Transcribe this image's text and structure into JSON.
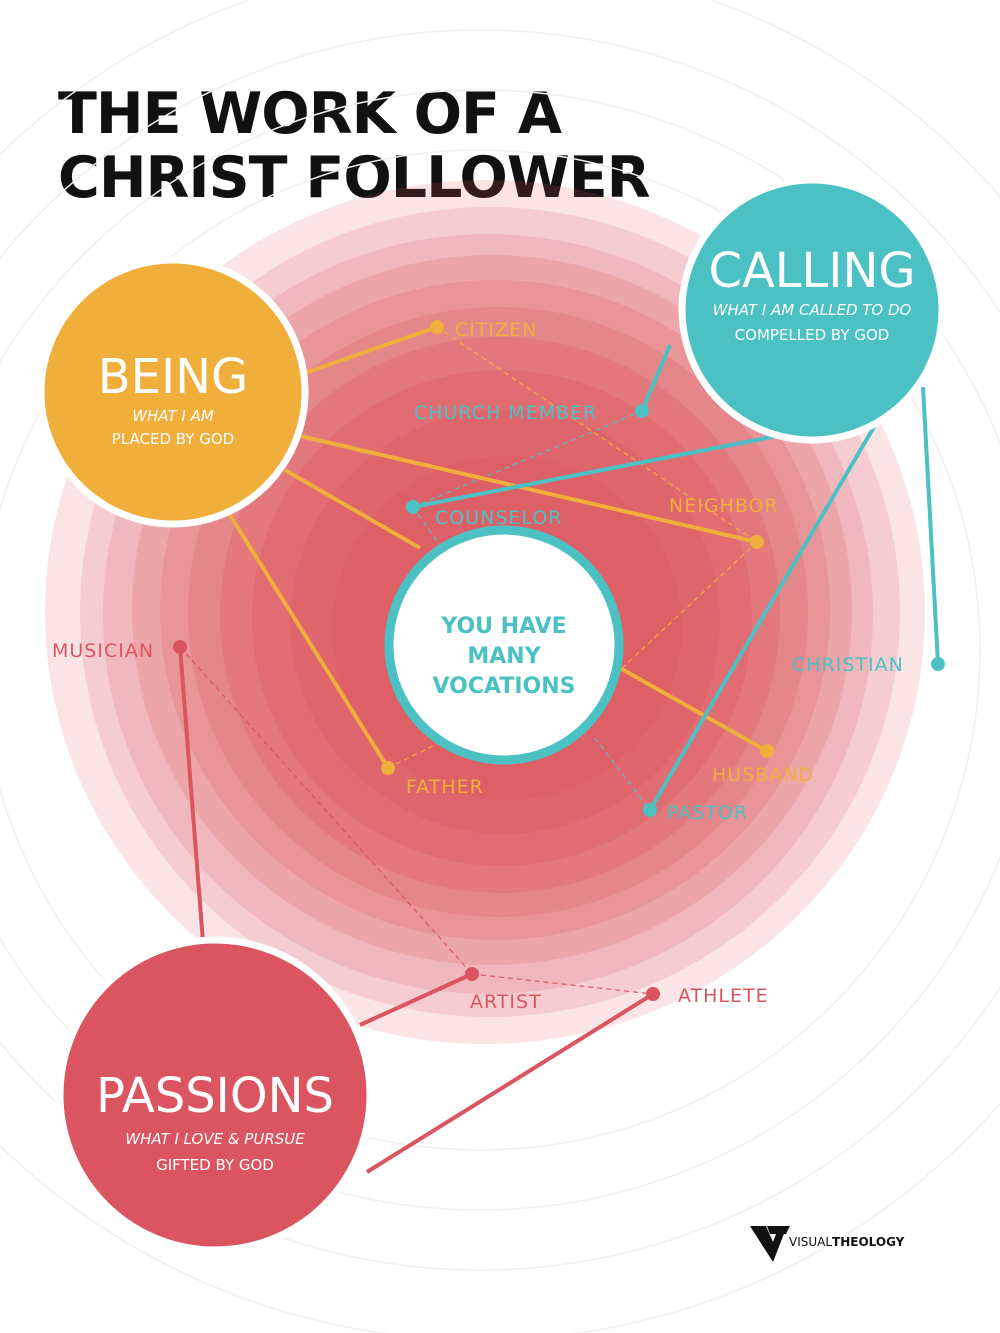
{
  "title": {
    "line1": "THE WORK OF A",
    "line2": "CHRIST FOLLOWER"
  },
  "center": {
    "line1": "YOU HAVE",
    "line2": "MANY",
    "line3": "VOCATIONS"
  },
  "categories": {
    "being": {
      "name": "BEING",
      "subtitle": "WHAT I AM",
      "source": "PLACED BY GOD"
    },
    "calling": {
      "name": "CALLING",
      "subtitle": "WHAT I AM CALLED TO DO",
      "source": "COMPELLED BY GOD"
    },
    "passions": {
      "name": "PASSIONS",
      "subtitle": "WHAT I LOVE & PURSUE",
      "source": "GIFTED BY GOD"
    }
  },
  "vocations": {
    "citizen": "CITIZEN",
    "church_member": "CHURCH MEMBER",
    "neighbor": "NEIGHBOR",
    "counselor": "COUNSELOR",
    "musician": "MUSICIAN",
    "christian": "CHRISTIAN",
    "father": "FATHER",
    "husband": "HUSBAND",
    "pastor": "PASTOR",
    "artist": "ARTIST",
    "athlete": "ATHLETE"
  },
  "brand": {
    "prefix": "VISUAL",
    "suffix": "THEOLOGY",
    "logo": "visual-theology-logo"
  },
  "colors": {
    "being": "#F0AE3A",
    "calling": "#4BC1C4",
    "passions": "#DB5560",
    "target": "#DD5A61"
  }
}
